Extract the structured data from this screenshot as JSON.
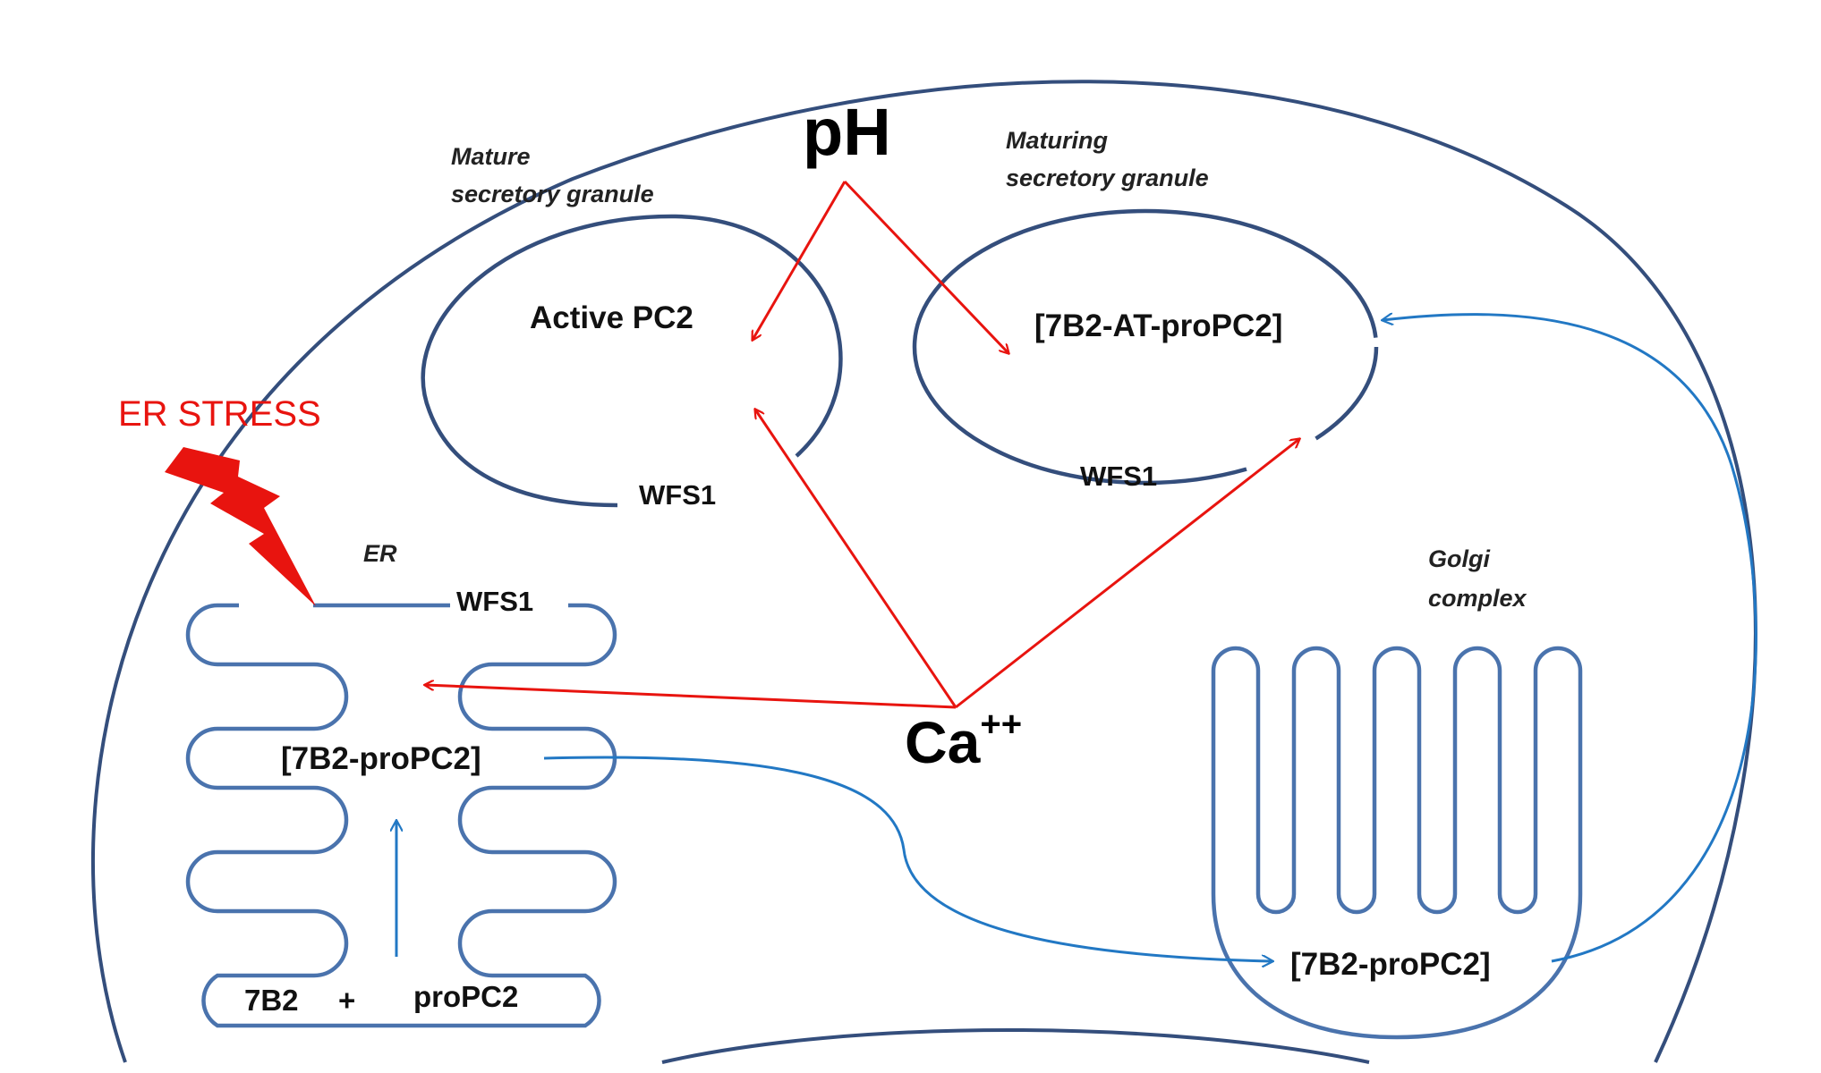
{
  "colors": {
    "membrane": "#344e7c",
    "organelle": "#4a73ad",
    "ca_pathway": "#e8140f",
    "transport": "#2278c4",
    "stress": "#e8140f"
  },
  "labels": {
    "ph": "pH",
    "ca_base": "Ca",
    "ca_sup": "++",
    "er_stress": "ER STRESS",
    "er": "ER",
    "golgi_line1": "Golgi",
    "golgi_line2": "complex",
    "mature_line1": "Mature",
    "mature_line2": "secretory granule",
    "maturing_line1": "Maturing",
    "maturing_line2": "secretory granule",
    "active_pc2": "Active PC2",
    "complex_at": "[7B2-AT-proPC2]",
    "wfs1_mature": "WFS1",
    "wfs1_maturing": "WFS1",
    "wfs1_er": "WFS1",
    "complex_er": "[7B2-proPC2]",
    "complex_golgi": "[7B2-proPC2]",
    "seven_b2": "7B2",
    "plus": "+",
    "propc2": "proPC2"
  },
  "icons": {
    "stress": "lightning-bolt-icon"
  }
}
